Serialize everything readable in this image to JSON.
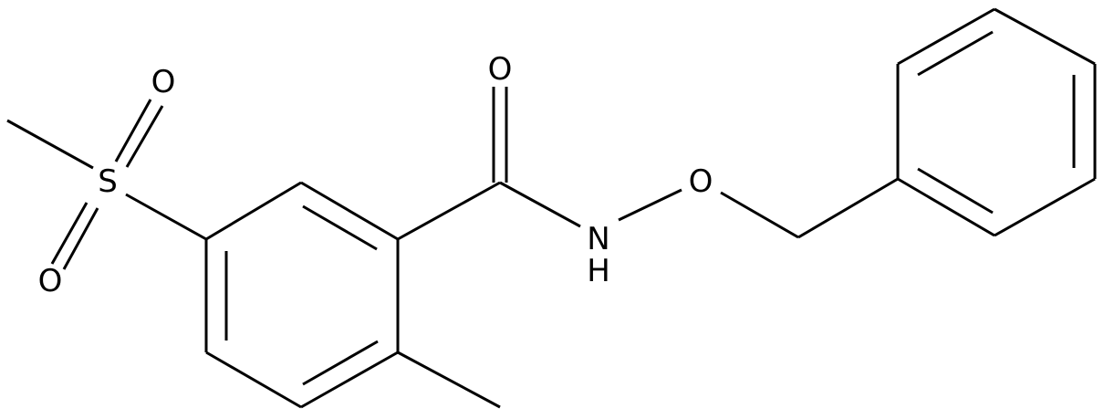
{
  "molecule": {
    "atom_labels": {
      "sulfur": "S",
      "sulfonyl_oxygen_top": "O",
      "sulfonyl_oxygen_bottom": "O",
      "carbonyl_oxygen": "O",
      "amide_nitrogen": "N",
      "amide_hydrogen": "H",
      "ether_oxygen": "O"
    }
  },
  "colors": {
    "bond": "#000000",
    "background": "#ffffff"
  }
}
